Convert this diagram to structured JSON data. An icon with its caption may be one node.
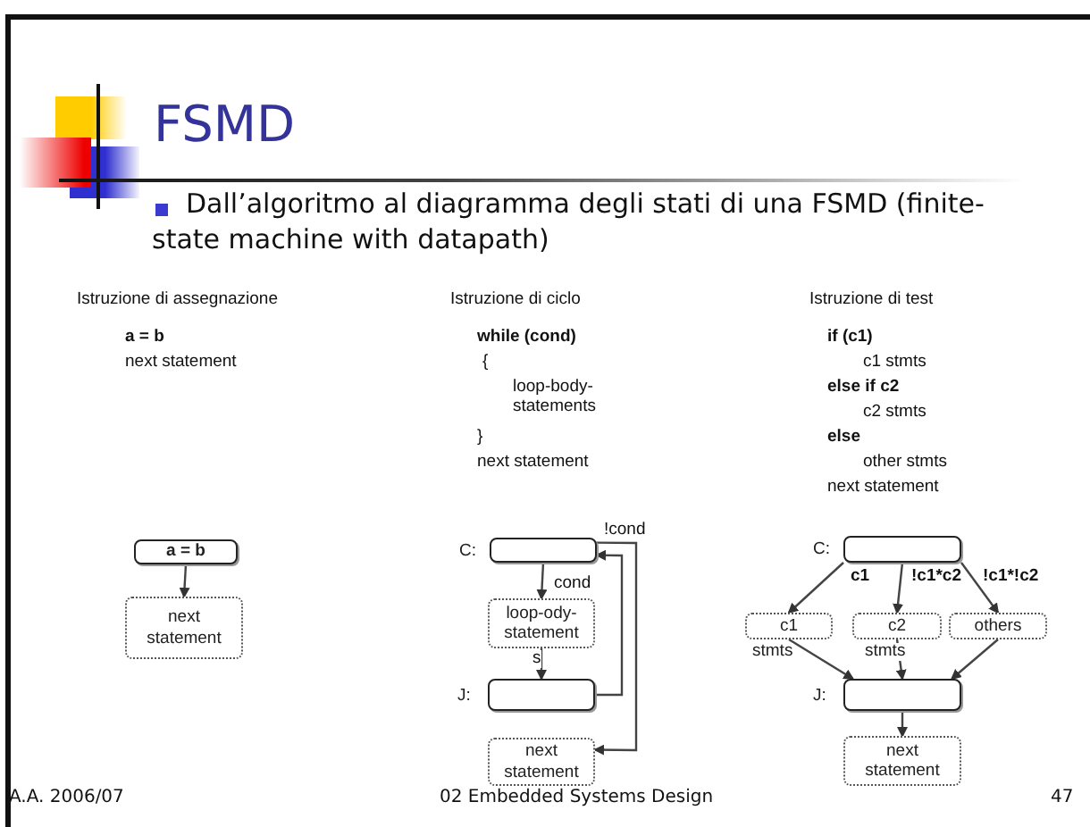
{
  "diagram": {
    "title": "FSMD",
    "nodes": [
      {
        "text": [
          "a = b"
        ]
      },
      {
        "text": [
          "next statement"
        ]
      },
      {
        "text": [],
        "shape": "box",
        "beside": [
          "C:"
        ]
      },
      {
        "text": [
          "loop-ody-statement"
        ]
      },
      {
        "text": [],
        "shape": "box",
        "beside": [
          "J:"
        ]
      },
      {
        "text": [
          "next statement"
        ]
      },
      {
        "text": [],
        "shape": "box",
        "beside": [
          "C:"
        ]
      },
      {
        "text": [
          "c1"
        ],
        "beside": [
          "stmts"
        ]
      },
      {
        "text": [
          "c2"
        ],
        "beside": [
          "stmts"
        ]
      },
      {
        "text": [
          "others"
        ]
      },
      {
        "text": [],
        "shape": "box",
        "beside": [
          "J:"
        ]
      },
      {
        "text": [
          "next statement"
        ]
      }
    ],
    "edges": [
      {
        "from": 0,
        "to": 1,
        "arrow": "to"
      },
      {
        "from": 2,
        "to": 3,
        "arrow": "to",
        "label": "cond"
      },
      {
        "from": 3,
        "to": 4,
        "arrow": "to",
        "label": "s"
      },
      {
        "from": 4,
        "to": 2,
        "arrow": "to"
      },
      {
        "from": 2,
        "to": 5,
        "arrow": "to",
        "label": "!cond"
      },
      {
        "from": 6,
        "to": 7,
        "arrow": "to",
        "label": "c1"
      },
      {
        "from": 6,
        "to": 8,
        "arrow": "to",
        "label": "!c1*c2"
      },
      {
        "from": 6,
        "to": 9,
        "arrow": "to",
        "label": "!c1*!c2"
      },
      {
        "from": 7,
        "to": 10,
        "arrow": "to"
      },
      {
        "from": 8,
        "to": 10,
        "arrow": "to"
      },
      {
        "from": 9,
        "to": 10,
        "arrow": "to"
      },
      {
        "from": 10,
        "to": 11,
        "arrow": "to"
      }
    ],
    "labels": [
      "Dall’algoritmo al diagramma degli stati di una FSMD (finite-state machine with datapath)",
      "Istruzione di assegnazione",
      "Istruzione di ciclo",
      "Istruzione di test",
      "a = b",
      "next statement",
      "while (cond)",
      "{",
      "loop-body- statements",
      "}",
      "next statement",
      "if (c1)",
      "c1 stmts",
      "else if c2",
      "c2 stmts",
      "else",
      "other stmts",
      "next statement",
      "A.A. 2006/07",
      "02 Embedded Systems Design",
      "47"
    ]
  }
}
